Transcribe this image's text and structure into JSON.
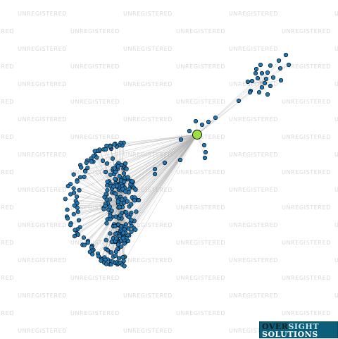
{
  "watermark": {
    "text": "UNREGISTERED",
    "color": "#d9d9d9"
  },
  "logo": {
    "line1_part1": "OVER",
    "line1_part2": "SIGHT",
    "line2": "SOLUTIONS"
  },
  "graph": {
    "node_color": "#1f77b4",
    "node_stroke": "#000000",
    "focus_node_color": "#9be040",
    "edge_color": "#b0b0b0"
  }
}
